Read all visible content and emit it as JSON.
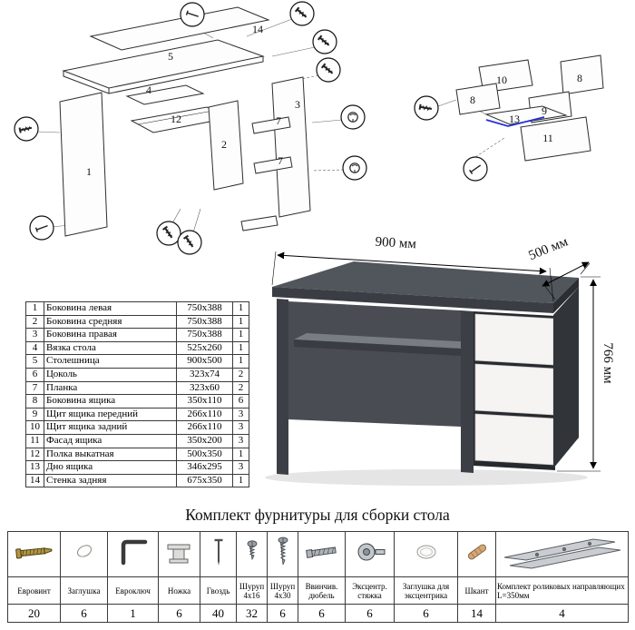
{
  "page": {
    "hardware_title": "Комплект фурнитуры для сборки стола"
  },
  "colors": {
    "desk_body": "#4b5057",
    "desk_edge": "#3a3e44",
    "desk_side": "#31353a",
    "drawer_front": "#f5f4f2",
    "rail_highlight": "#2430d8"
  },
  "parts_table": {
    "rows": [
      {
        "num": "1",
        "name": "Боковина левая",
        "size": "750x388",
        "qty": "1"
      },
      {
        "num": "2",
        "name": "Боковина средняя",
        "size": "750x388",
        "qty": "1"
      },
      {
        "num": "3",
        "name": "Боковина правая",
        "size": "750x388",
        "qty": "1"
      },
      {
        "num": "4",
        "name": "Вязка стола",
        "size": "525x260",
        "qty": "1"
      },
      {
        "num": "5",
        "name": "Столешница",
        "size": "900x500",
        "qty": "1"
      },
      {
        "num": "6",
        "name": "Цоколь",
        "size": "323x74",
        "qty": "2"
      },
      {
        "num": "7",
        "name": "Планка",
        "size": "323x60",
        "qty": "2"
      },
      {
        "num": "8",
        "name": "Боковина ящика",
        "size": "350x110",
        "qty": "6"
      },
      {
        "num": "9",
        "name": "Щит ящика передний",
        "size": "266x110",
        "qty": "3"
      },
      {
        "num": "10",
        "name": "Щит ящика задний",
        "size": "266x110",
        "qty": "3"
      },
      {
        "num": "11",
        "name": "Фасад ящика",
        "size": "350x200",
        "qty": "3"
      },
      {
        "num": "12",
        "name": "Полка выкатная",
        "size": "500x350",
        "qty": "1"
      },
      {
        "num": "13",
        "name": "Дно ящика",
        "size": "346x295",
        "qty": "3"
      },
      {
        "num": "14",
        "name": "Стенка задняя",
        "size": "675x350",
        "qty": "1"
      }
    ]
  },
  "desk_render": {
    "width_label": "900 мм",
    "depth_label": "500 мм",
    "height_label": "766 мм"
  },
  "exploded": {
    "desk_labels": {
      "p1": "1",
      "p2": "2",
      "p3": "3",
      "p4": "4",
      "p5": "5",
      "p7a": "7",
      "p7b": "7",
      "p12": "12",
      "p14": "14"
    },
    "drawer_labels": {
      "p8a": "8",
      "p8b": "8",
      "p9": "9",
      "p10": "10",
      "p11": "11",
      "p13": "13"
    }
  },
  "hardware_table": {
    "items": [
      {
        "name": "Евровинт",
        "qty": "20",
        "icon": "confirmat-screw-icon"
      },
      {
        "name": "Заглушка",
        "qty": "6",
        "icon": "cap-icon"
      },
      {
        "name": "Евроключ",
        "qty": "1",
        "icon": "hex-key-icon"
      },
      {
        "name": "Ножка",
        "qty": "6",
        "icon": "leg-icon"
      },
      {
        "name": "Гвоздь",
        "qty": "40",
        "icon": "nail-icon"
      },
      {
        "name": "Шуруп 4х16",
        "qty": "32",
        "icon": "screw-4x16-icon"
      },
      {
        "name": "Шуруп 4х30",
        "qty": "6",
        "icon": "screw-4x30-icon"
      },
      {
        "name": "Ввинчив. дюбель",
        "qty": "6",
        "icon": "screw-in-dowel-icon"
      },
      {
        "name": "Эксцентр. стяжка",
        "qty": "6",
        "icon": "cam-lock-icon"
      },
      {
        "name": "Заглушка для эксцентрика",
        "qty": "6",
        "icon": "cam-cap-icon"
      },
      {
        "name": "Шкант",
        "qty": "14",
        "icon": "wood-dowel-icon"
      },
      {
        "name": "Комплект роликовых направляющих L=350мм",
        "qty": "4",
        "icon": "drawer-slides-icon"
      }
    ]
  }
}
